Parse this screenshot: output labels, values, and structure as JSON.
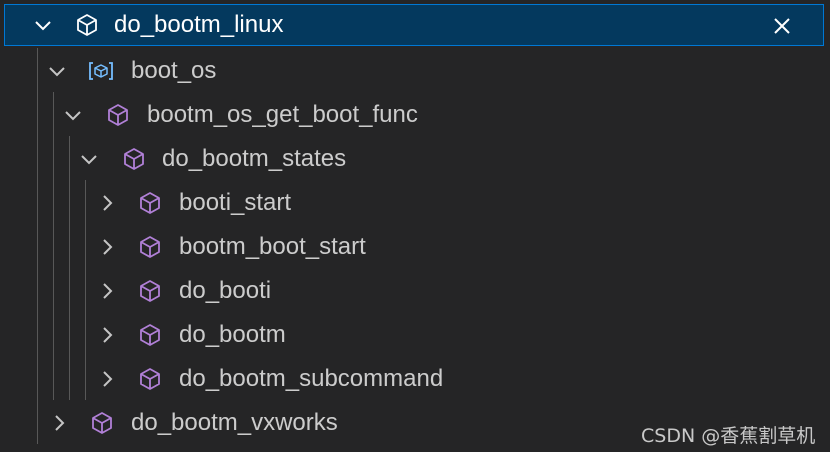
{
  "tree": {
    "root": {
      "label": "do_bootm_linux",
      "icon": "symbol-method-icon",
      "expanded": true,
      "close_icon": "close-icon"
    },
    "items": [
      {
        "label": "boot_os",
        "icon": "symbol-array-icon",
        "expanded": true
      },
      {
        "label": "bootm_os_get_boot_func",
        "icon": "symbol-method-icon",
        "expanded": true
      },
      {
        "label": "do_bootm_states",
        "icon": "symbol-method-icon",
        "expanded": true
      },
      {
        "label": "booti_start",
        "icon": "symbol-method-icon",
        "expanded": false
      },
      {
        "label": "bootm_boot_start",
        "icon": "symbol-method-icon",
        "expanded": false
      },
      {
        "label": "do_booti",
        "icon": "symbol-method-icon",
        "expanded": false
      },
      {
        "label": "do_bootm",
        "icon": "symbol-method-icon",
        "expanded": false
      },
      {
        "label": "do_bootm_subcommand",
        "icon": "symbol-method-icon",
        "expanded": false
      },
      {
        "label": "do_bootm_vxworks",
        "icon": "symbol-method-icon",
        "expanded": false
      }
    ]
  },
  "watermark": "CSDN @香蕉割草机",
  "colors": {
    "background": "#252526",
    "selection_bg": "#04395e",
    "selection_border": "#0078d4",
    "method_icon": "#b180d7",
    "array_icon": "#75beff",
    "text": "#cccccc"
  }
}
